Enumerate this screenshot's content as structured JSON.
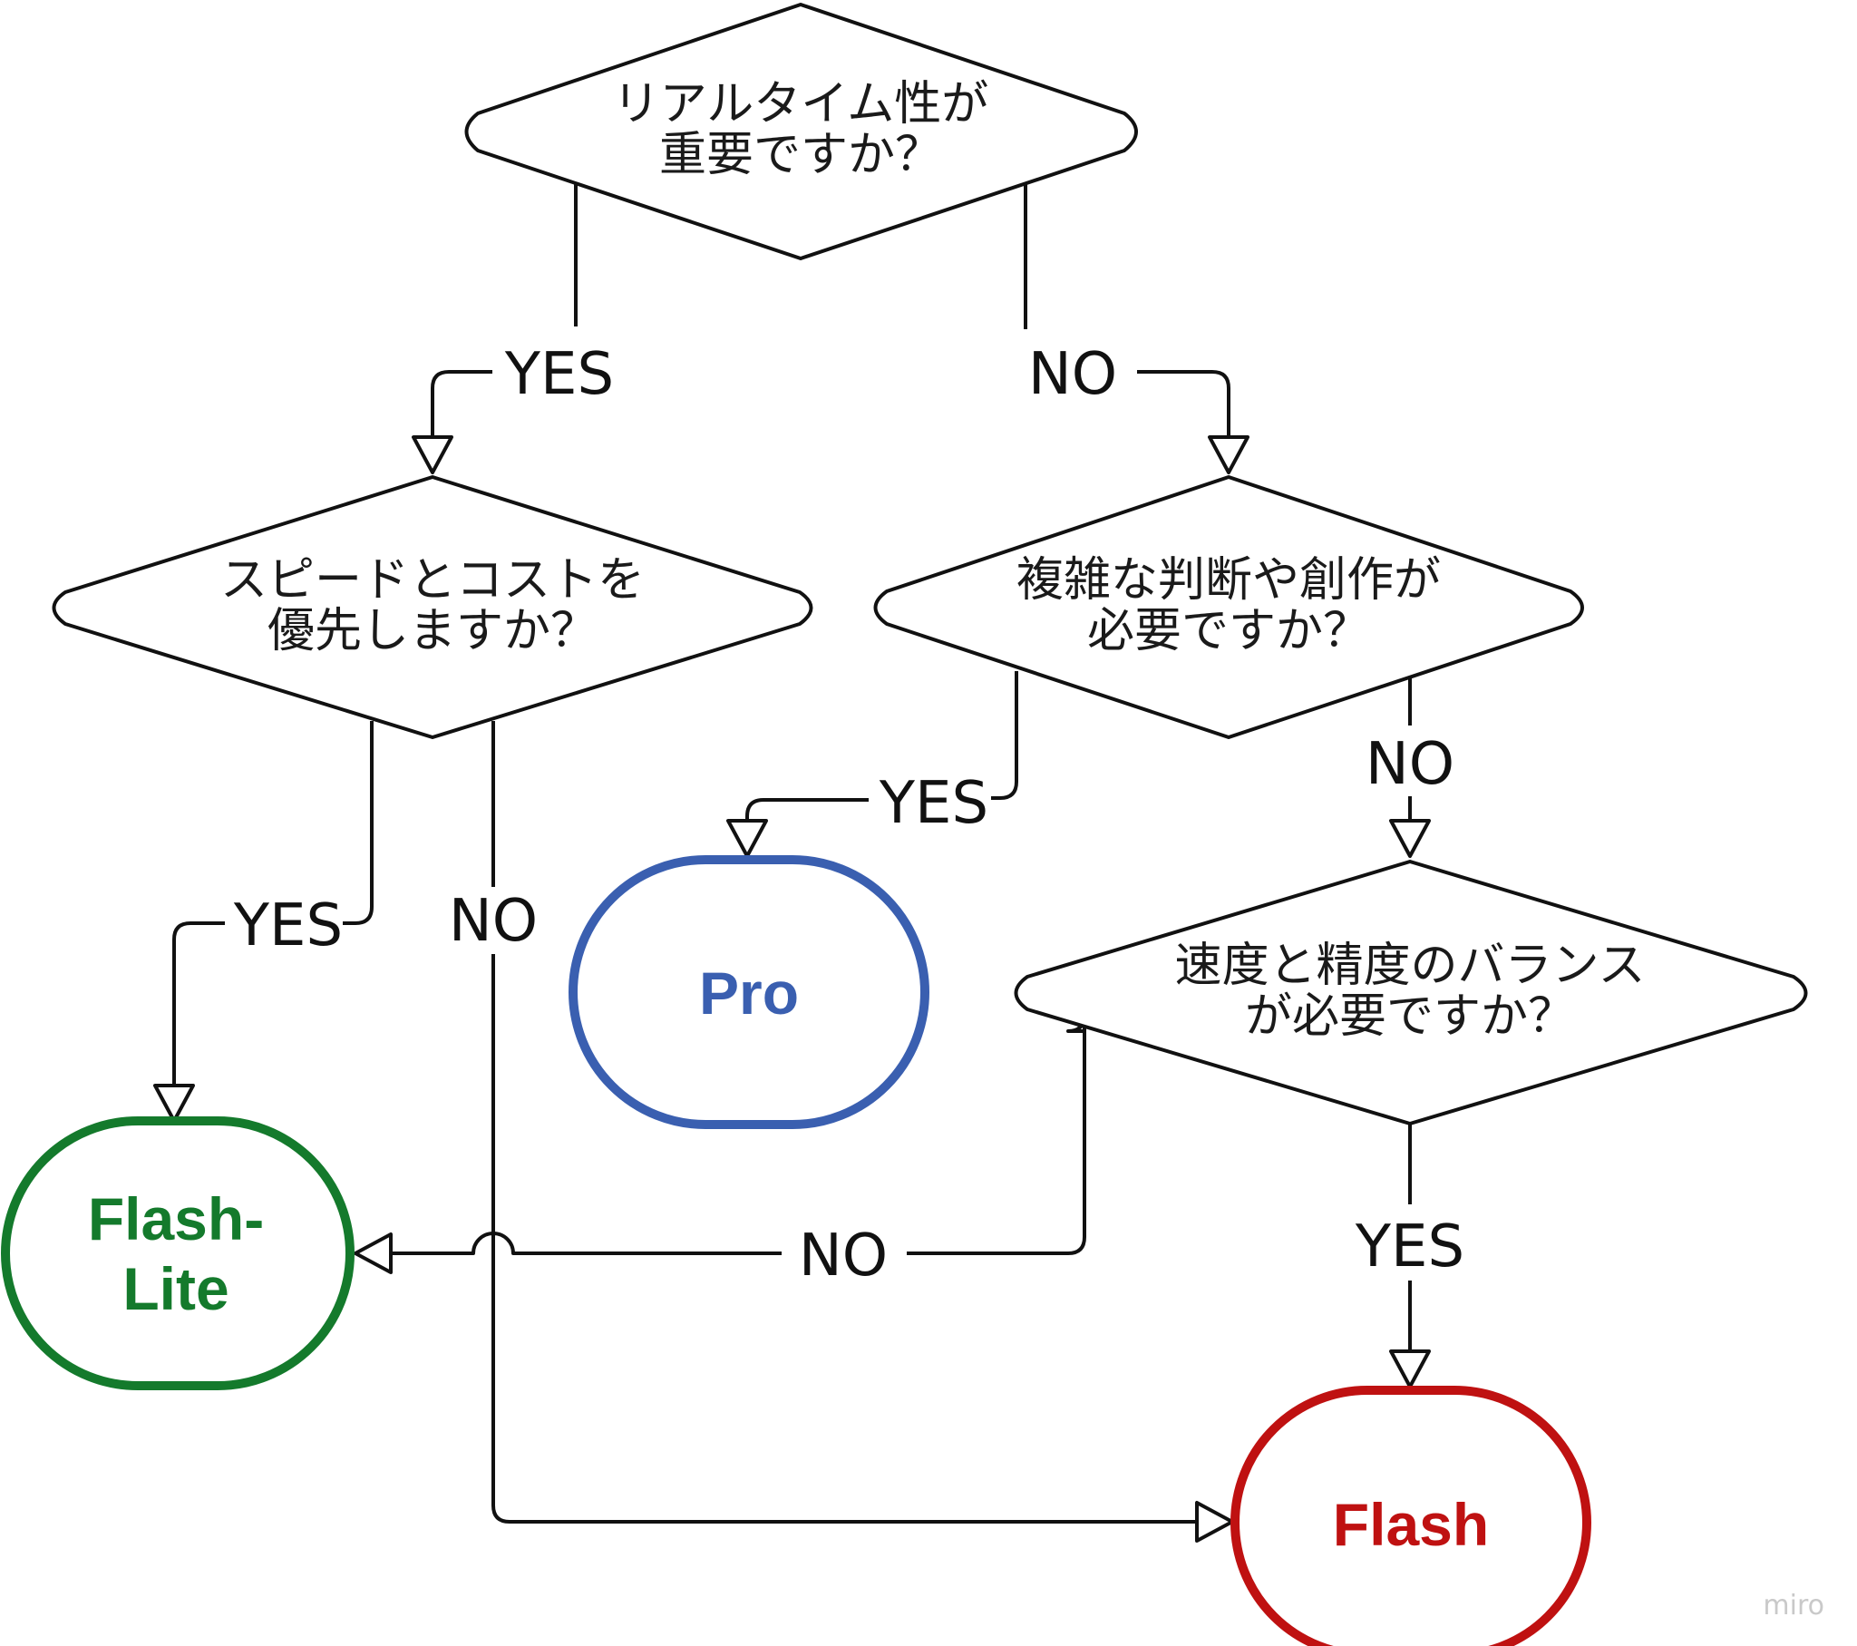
{
  "flowchart": {
    "questions": {
      "realtime": {
        "line1": "リアルタイム性が",
        "line2": "重要ですか？"
      },
      "speed_cost": {
        "line1": "スピードとコストを",
        "line2": "優先しますか？"
      },
      "complex": {
        "line1": "複雑な判断や創作が",
        "line2": "必要ですか？"
      },
      "balance": {
        "line1": "速度と精度のバランス",
        "line2": "が必要ですか？"
      }
    },
    "outcomes": {
      "flash_lite": {
        "line1": "Flash-",
        "line2": "Lite",
        "color": "#147a2c"
      },
      "pro": {
        "label": "Pro",
        "color": "#3a5fb0"
      },
      "flash": {
        "label": "Flash",
        "color": "#bf1111"
      }
    },
    "edge_labels": {
      "realtime_yes": "YES",
      "realtime_no": "NO",
      "speed_yes": "YES",
      "speed_no": "NO",
      "complex_yes": "YES",
      "complex_no": "NO",
      "balance_yes": "YES",
      "balance_no": "NO"
    }
  },
  "watermark": "miro"
}
